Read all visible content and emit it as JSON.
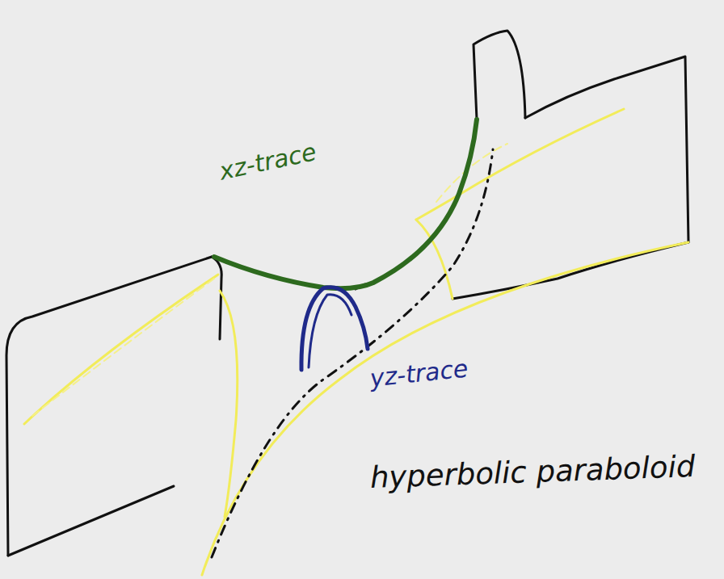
{
  "diagram": {
    "labels": [
      "xz-trace",
      "yz-trace",
      "hyperbolic paraboloid"
    ]
  }
}
